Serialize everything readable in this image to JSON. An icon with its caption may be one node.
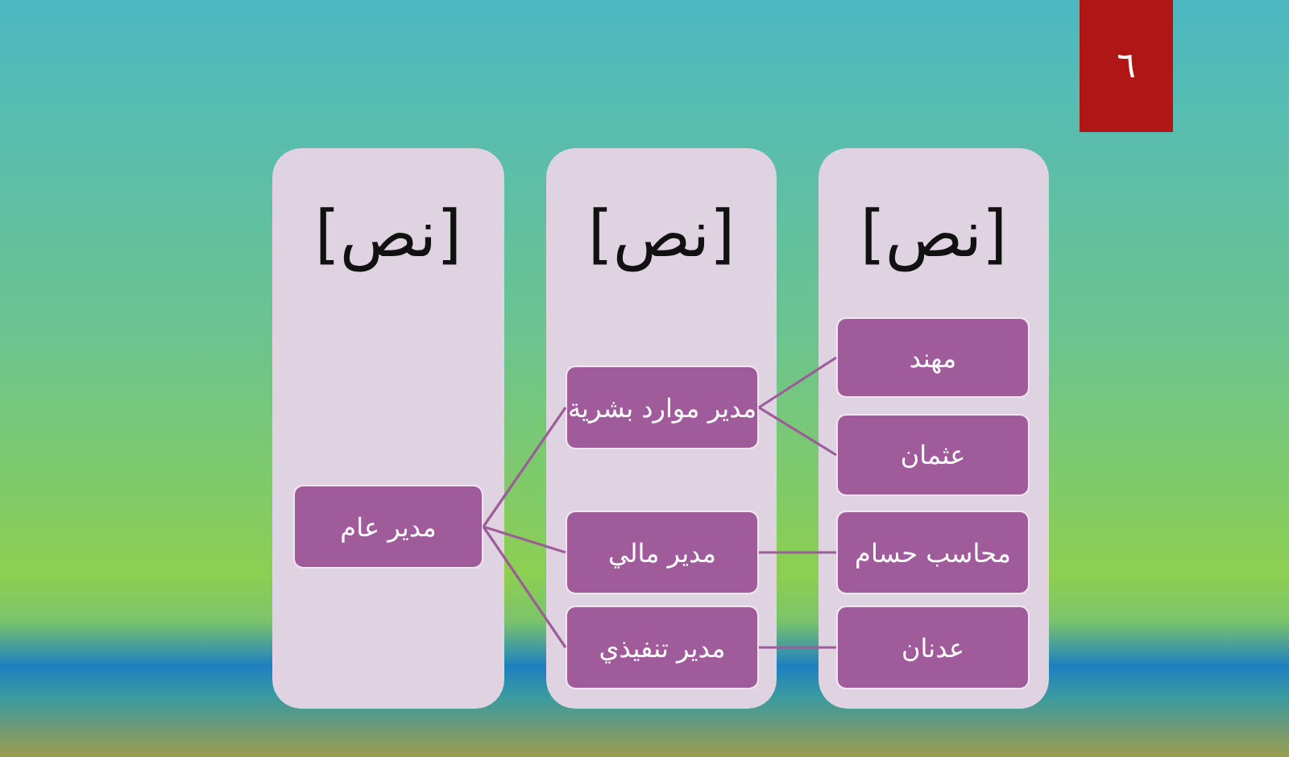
{
  "diagram": {
    "nodes": [
      {
        "text": [
          "[نص]"
        ]
      },
      {
        "text": [
          "[نص]"
        ]
      },
      {
        "text": [
          "[نص]"
        ]
      },
      {
        "text": [
          "مدير عام"
        ],
        "in": 0
      },
      {
        "text": [
          "مدير موارد بشرية"
        ],
        "in": 1
      },
      {
        "text": [
          "مدير مالي"
        ],
        "in": 1
      },
      {
        "text": [
          "مدير تنفيذي"
        ],
        "in": 1
      },
      {
        "text": [
          "مهند"
        ],
        "in": 2
      },
      {
        "text": [
          "عثمان"
        ],
        "in": 2
      },
      {
        "text": [
          "محاسب حسام"
        ],
        "in": 2
      },
      {
        "text": [
          "عدنان"
        ],
        "in": 2
      }
    ],
    "edges": [
      {
        "from": 3,
        "to": 4,
        "arrow": "none"
      },
      {
        "from": 3,
        "to": 5,
        "arrow": "none"
      },
      {
        "from": 3,
        "to": 6,
        "arrow": "none"
      },
      {
        "from": 4,
        "to": 7,
        "arrow": "none"
      },
      {
        "from": 4,
        "to": 8,
        "arrow": "none"
      },
      {
        "from": 5,
        "to": 9,
        "arrow": "none"
      },
      {
        "from": 6,
        "to": 10,
        "arrow": "none"
      }
    ],
    "labels": [
      "٦"
    ]
  }
}
